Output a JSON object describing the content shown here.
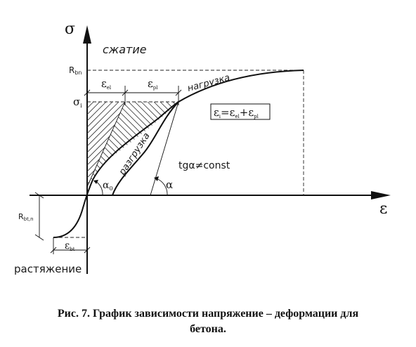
{
  "labels": {
    "sigma_axis": "σ",
    "eps_axis": "ε",
    "compression": "сжатие",
    "tension": "растяжение",
    "loading": "нагрузка",
    "unloading": "разгрузка",
    "rbn": "R",
    "rbn_sub": "bn",
    "rbtn": "R",
    "rbtn_sub": "bt,n",
    "sigma_i": "σ",
    "sigma_i_sub": "i",
    "eps_el": "ε",
    "eps_el_sub": "el",
    "eps_pl": "ε",
    "eps_pl_sub": "pl",
    "eps_bt": "ε",
    "eps_bt_sub": "bt",
    "formula": {
      "e1": "ε",
      "s1": "i",
      "eq": "=",
      "e2": "ε",
      "s2": "el",
      "plus": "+",
      "e3": "ε",
      "s3": "pl"
    },
    "tangent": "tgα≠const",
    "alpha0": "α",
    "alpha0_sub": "0",
    "alpha": "α"
  },
  "caption": {
    "line1": "Рис. 7.  График зависимости напряжение – деформации  для",
    "line2": "бетона."
  }
}
